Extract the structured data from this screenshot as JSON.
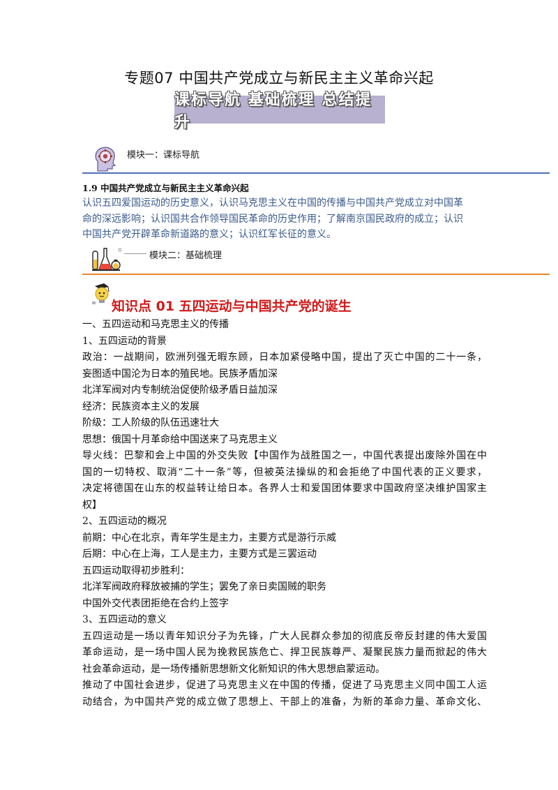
{
  "doc": {
    "title": "专题07  中国共产党成立与新民主主义革命兴起",
    "banner": "课标导航 基础梳理 总结提升"
  },
  "module1": {
    "label": "模块一：课标导航",
    "heading": "1.9 中国共产党成立与新民主主义革命兴起",
    "text_lines": [
      "认识五四爱国运动的历史意义，认识马克思主义在中国的传播与中国共产党成立对中国革",
      "命的深远影响；认识国共合作领导国民革命的历史作用；了解南京国民政府的成立；认识",
      "中国共产党开辟革命新道路的意义；认识红军长征的意义。"
    ]
  },
  "module2": {
    "label": "模块二：基础梳理"
  },
  "knowledge": {
    "title": "知识点 01  五四运动与中国共产党的诞生"
  },
  "body": {
    "lines": [
      "一、五四运动和马克思主义的传播",
      "1、五四运动的背景",
      "政治：一战期间，欧洲列强无暇东顾，日本加紧侵略中国，提出了灭亡中国的二十一条，",
      "妄图适中国沦为日本的殖民地。民族矛盾加深",
      "北洋军阀对内专制统治促使阶级矛盾日益加深",
      "经济：民族资本主义的发展",
      "阶级：工人阶级的队伍迅速壮大",
      "思想：俄国十月革命给中国送来了马克思主义",
      "导火线：巴黎和会上中国的外交失败【中国作为战胜国之一，中国代表提出废除外国在中",
      "国的一切特权、取消“二十一条”等，但被英法操纵的和会拒绝了中国代表的正义要求，",
      "决定将德国在山东的权益转让给日本。各界人士和爱国团体要求中国政府坚决维护国家主",
      "权】",
      "2、五四运动的概况",
      "前期：中心在北京，青年学生是主力，主要方式是游行示威",
      "后期：中心在上海，工人是主力，主要方式是三罢运动",
      "五四运动取得初步胜利：",
      "北洋军阀政府释放被捕的学生；罢免了亲日卖国贼的职务",
      "中国外交代表团拒绝在合约上签字",
      "3、五四运动的意义",
      "五四运动是一场以青年知识分子为先锋，广大人民群众参加的彻底反帝反封建的伟大爱国",
      "革命运动，是一场中国人民为挽救民族危亡、捍卫民族尊严、凝聚民族力量而掀起的伟大",
      "社会革命运动，是一场传播新思想新文化新知识的伟大思想启蒙运动。",
      "推动了中国社会进步，促进了马克思主义在中国的传播，促进了马克思主义同中国工人运",
      "动结合，为中国共产党的成立做了思想上、干部上的准备，为新的革命力量、革命文化、"
    ]
  },
  "colors": {
    "banner_bg": "#b9b1d0",
    "blue_rule": "#4f6db8",
    "orange_rule": "#e8862b",
    "objective_text": "#3a5a8c",
    "knowledge_title": "#d11a1a"
  }
}
